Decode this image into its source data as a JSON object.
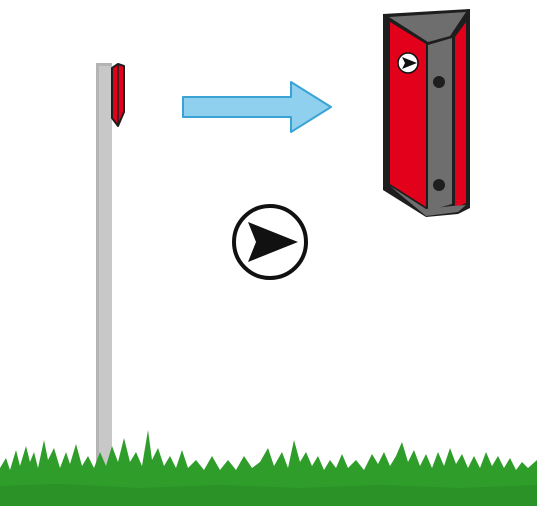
{
  "diagram": {
    "colors": {
      "background": "#ffffff",
      "post_fill": "#c8c8c8",
      "post_edge": "#b4b4b4",
      "reflector_red": "#e3001b",
      "reflector_dark": "#1e1e1e",
      "reflector_gray": "#6e6e6e",
      "arrow_fill": "#8fd0ef",
      "arrow_stroke": "#3aa3d6",
      "grass": "#2e9d2a",
      "grass_dark": "#237f20",
      "symbol_stroke": "#111111",
      "symbol_fill": "#ffffff"
    },
    "elements": [
      {
        "name": "roadside-post",
        "icon": "delineator-post"
      },
      {
        "name": "post-reflector",
        "icon": "red-reflector"
      },
      {
        "name": "magnify-arrow",
        "icon": "right-arrow"
      },
      {
        "name": "reflector-closeup",
        "icon": "triangular-reflector"
      },
      {
        "name": "direction-symbol",
        "icon": "play-arrow-circle"
      },
      {
        "name": "grass-ground",
        "icon": "grass"
      }
    ]
  }
}
